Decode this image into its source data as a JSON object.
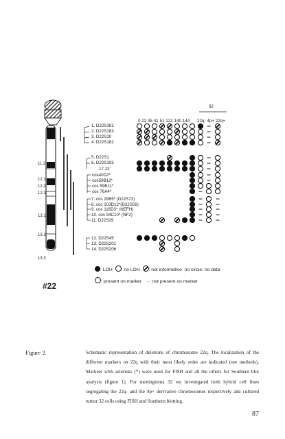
{
  "figure": {
    "column_numbers": "0  22  35  41  51  121  140  144",
    "column_32": "32",
    "column_32_sub": "22q-  4p+  22q+",
    "chromosome_label": "#22",
    "bands": [
      "11.2",
      "12.1",
      "12.2",
      "12.3",
      "13.1",
      "13.2",
      "13.3"
    ],
    "markers": [
      "1. D22S181",
      "2. D22S183",
      "3. D22S10",
      "4. D22S182",
      "5. D22S1",
      "6. D22S193",
      "17.13'",
      "cos40D2*",
      "cos59B12*",
      "cos 59B11*",
      "cos 76A4*",
      "7. cos 29B5* (D22S72)",
      "8. cos 103D12*(D22S56)",
      "9. cos 116D3* (NEFH)",
      "10. cos 94C10* (NF2)",
      "11. D22S29",
      "12. D22S45",
      "13. D22S201",
      "14. D22S206"
    ],
    "legend": {
      "loh": ": LOH",
      "no_loh": ": no LOH",
      "not_informative": ": not informative",
      "no_circle": "no circle: no data",
      "present": ": present on marker",
      "not_present": "- : not present on marker"
    }
  },
  "caption": {
    "label": "Figure 2.",
    "text": "Schematic representation of deletions of chromosome 22q. The localization of the different markers on 22q with their most likely order are indicated (see methods). Markers with asterisks (*) were used for FISH and all the others for Southern blot analysis (figure 1). For meningioma 32 we investigated both hybrid cell lines segregating the 22q- and the 4p+ derivative chromosomes respectively and cultured tumor 32 cells using FISH and Southern blotting."
  },
  "page_number": "87"
}
